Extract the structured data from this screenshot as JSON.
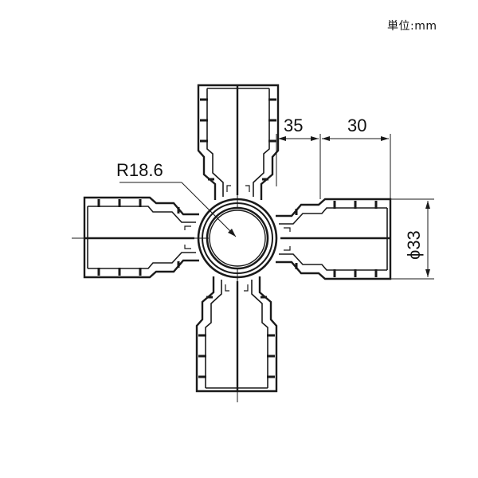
{
  "unit_label": "単位:mm",
  "dimensions": {
    "radius": "R18.6",
    "offset_a": "35",
    "offset_b": "30",
    "diameter": "ϕ33"
  }
}
